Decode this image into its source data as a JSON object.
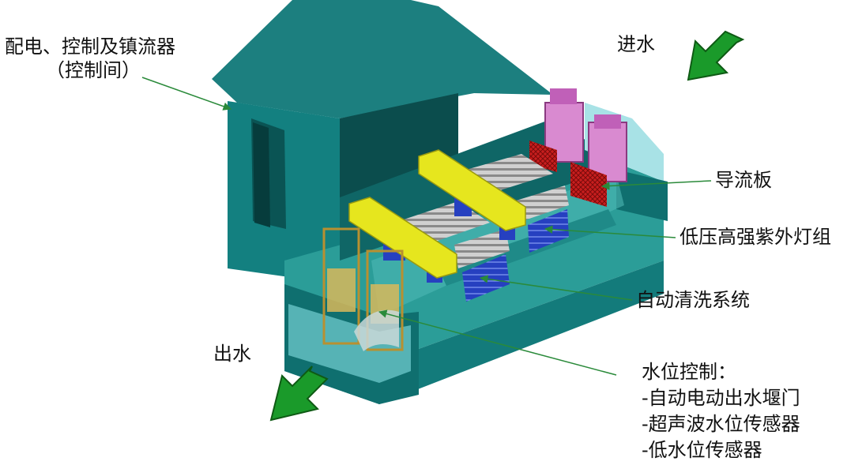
{
  "labels": {
    "control_room_line1": "配电、控制及镇流器",
    "control_room_line2": "（控制间）",
    "inlet": "进水",
    "outlet": "出水",
    "baffle": "导流板",
    "uv_lamps": "低压高强紫外灯组",
    "auto_clean": "自动清洗系统",
    "level_control": {
      "title": "水位控制：",
      "items": [
        "-自动电动出水堰门",
        "-超声波水位传感器",
        "-低水位传感器"
      ]
    }
  },
  "colors": {
    "structure_dark": "#0e5c5c",
    "structure_mid": "#1e8686",
    "structure_light": "#2aa3a0",
    "water": "#8fd8dc",
    "beam": "#e6e61e",
    "lamp": "#c8c8c8",
    "lamp_box": "#2a3fb8",
    "gate_inlet": "#d98ad0",
    "baffle_red": "#cc2222",
    "gate_outlet": "#d8b85a",
    "arrow": "#1a9a2a",
    "leader_line": "#2a8a3a"
  }
}
